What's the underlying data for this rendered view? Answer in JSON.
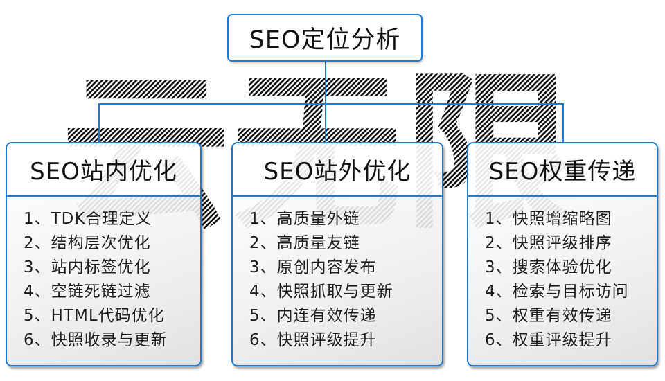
{
  "colors": {
    "accent": "#1e7ad3",
    "watermark_ink": "#0d0d0d"
  },
  "watermark": {
    "text": "云无限"
  },
  "root": {
    "title": "SEO定位分析"
  },
  "branches": [
    {
      "title": "SEO站内优化",
      "items": [
        "1、TDK合理定义",
        "2、结构层次优化",
        "3、站内标签优化",
        "4、空链死链过滤",
        "5、HTML代码优化",
        "6、快照收录与更新"
      ]
    },
    {
      "title": "SEO站外优化",
      "items": [
        "1、高质量外链",
        "2、高质量友链",
        "3、原创内容发布",
        "4、快照抓取与更新",
        "5、内连有效传递",
        "6、快照评级提升"
      ]
    },
    {
      "title": "SEO权重传递",
      "items": [
        "1、快照增缩略图",
        "2、快照评级排序",
        "3、搜索体验优化",
        "4、检索与目标访问",
        "5、权重有效传递",
        "6、权重评级提升"
      ]
    }
  ]
}
